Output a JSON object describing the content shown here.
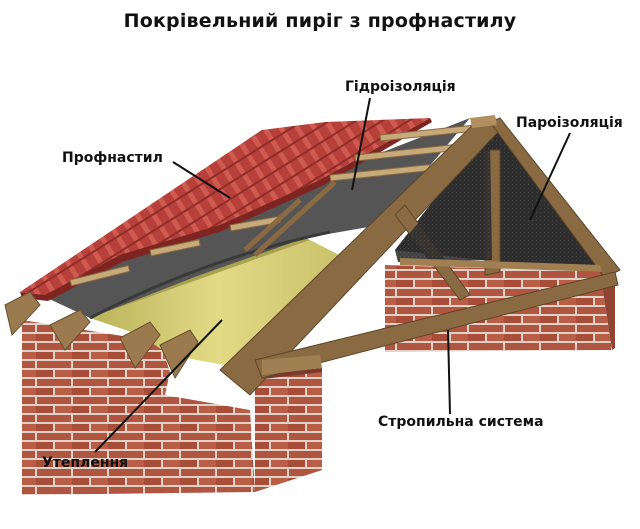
{
  "title": "Покрівельний пиріг з профнастилу",
  "labels": {
    "profnastyl": "Профнастил",
    "hidroizoliatsiia": "Гідроізоляція",
    "paroizoliatsiia": "Пароізоляція",
    "utepliennia": "Утеплення",
    "stropylna_systema": "Стропильна система"
  },
  "colors": {
    "roof": "#b8403a",
    "membrane": "#5a5a5a",
    "vapor": "#2a2a2a",
    "insulation": "#d8cf78",
    "timber": "#8a6a42",
    "brick": "#b0553f",
    "mortar": "#e0d2c8"
  }
}
